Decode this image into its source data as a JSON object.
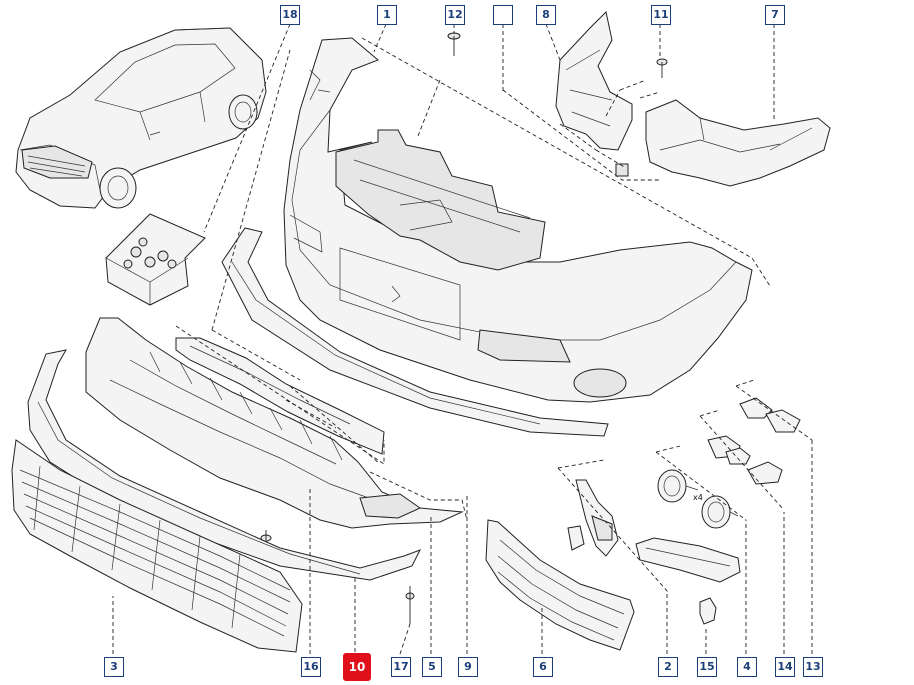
{
  "callouts": {
    "c1": "1",
    "c2": "2",
    "c3": "3",
    "c4": "4",
    "c5": "5",
    "c6": "6",
    "c7": "7",
    "c8": "8",
    "c9": "9",
    "c10": "10",
    "c11": "11",
    "c12": "12",
    "c13": "13",
    "c14": "14",
    "c15": "15",
    "c16": "16",
    "c17": "17",
    "c18": "18"
  },
  "annotations": {
    "qty_x4": "x4"
  },
  "colors": {
    "highlight": "#e0101a",
    "callout_border": "#1c3f7a",
    "line": "#222222"
  },
  "selected_part": "10"
}
